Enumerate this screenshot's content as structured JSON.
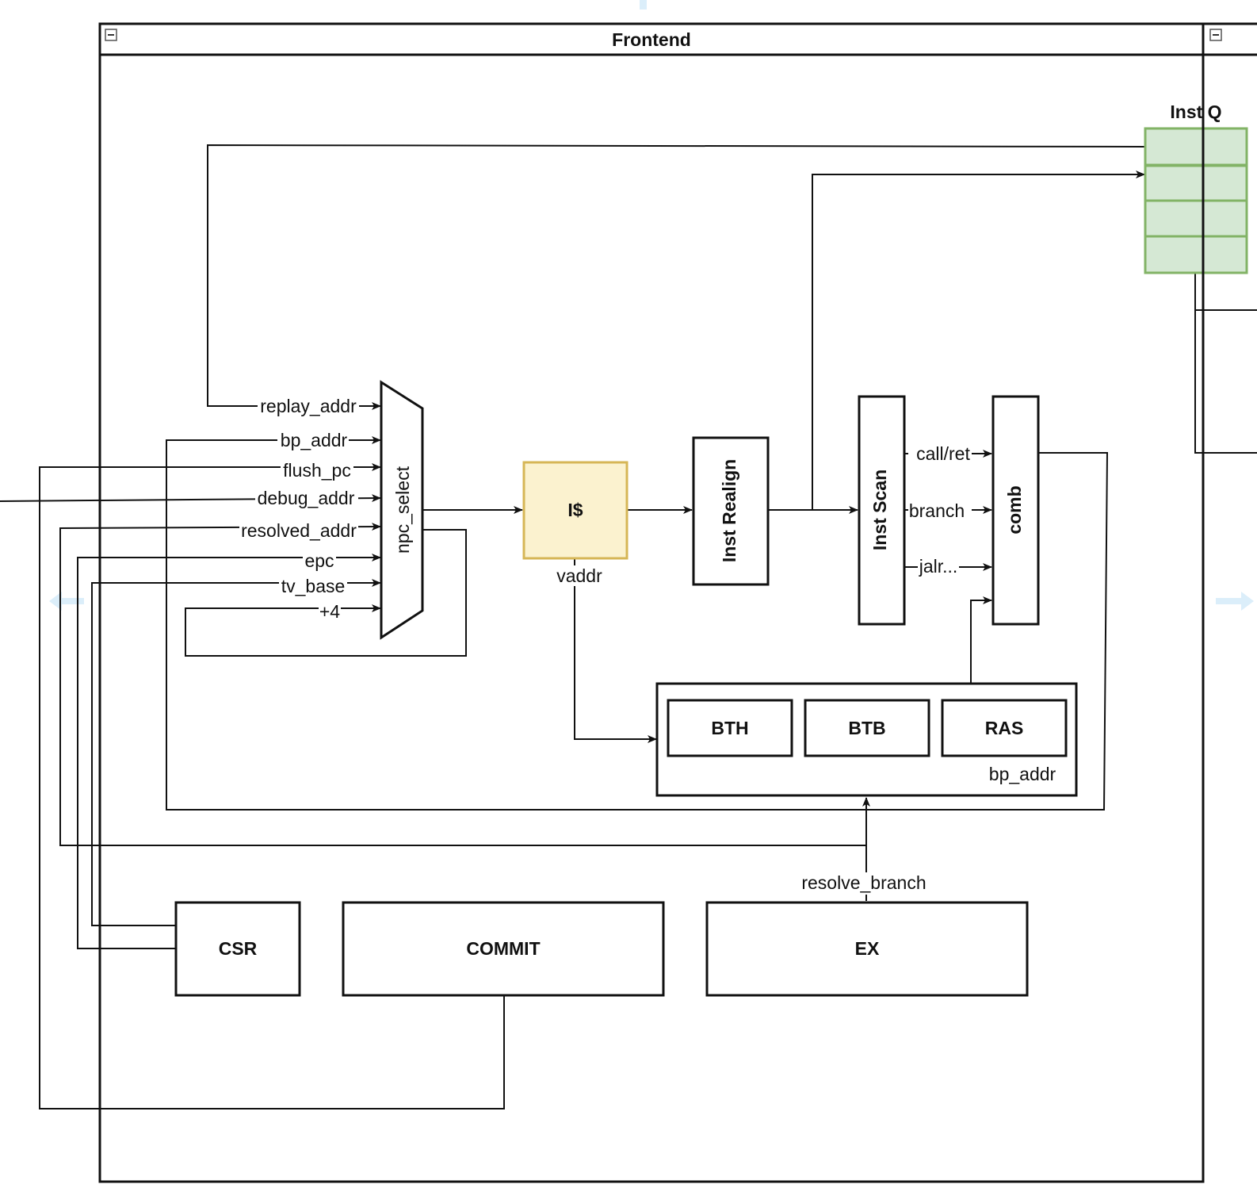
{
  "containers": {
    "frontend_title": "Frontend"
  },
  "blocks": {
    "npc_select": "npc_select",
    "icache": "I$",
    "inst_realign": "Inst Realign",
    "inst_scan": "Inst Scan",
    "comb": "comb",
    "inst_q": "Inst Q",
    "bth": "BTH",
    "btb": "BTB",
    "ras": "RAS",
    "bp_group_label": "bp_addr",
    "csr": "CSR",
    "commit": "COMMIT",
    "ex": "EX"
  },
  "signals": {
    "replay_addr": "replay_addr",
    "bp_addr": "bp_addr",
    "flush_pc": "flush_pc",
    "debug_addr": "debug_addr",
    "resolved_addr": "resolved_addr",
    "epc": "epc",
    "tv_base": "tv_base",
    "plus4": "+4",
    "vaddr": "vaddr",
    "call_ret": "call/ret",
    "branch": "branch",
    "jalr": "jalr...",
    "resolve_branch": "resolve_branch"
  },
  "colors": {
    "icache_fill": "#fbf2cf",
    "icache_stroke": "#d6b656",
    "instq_fill": "#d5e8d4",
    "instq_stroke": "#82b366",
    "line": "#111111",
    "faint_arrow": "#dbeefa"
  },
  "icons": {
    "collapse": "collapse-minus-icon"
  }
}
